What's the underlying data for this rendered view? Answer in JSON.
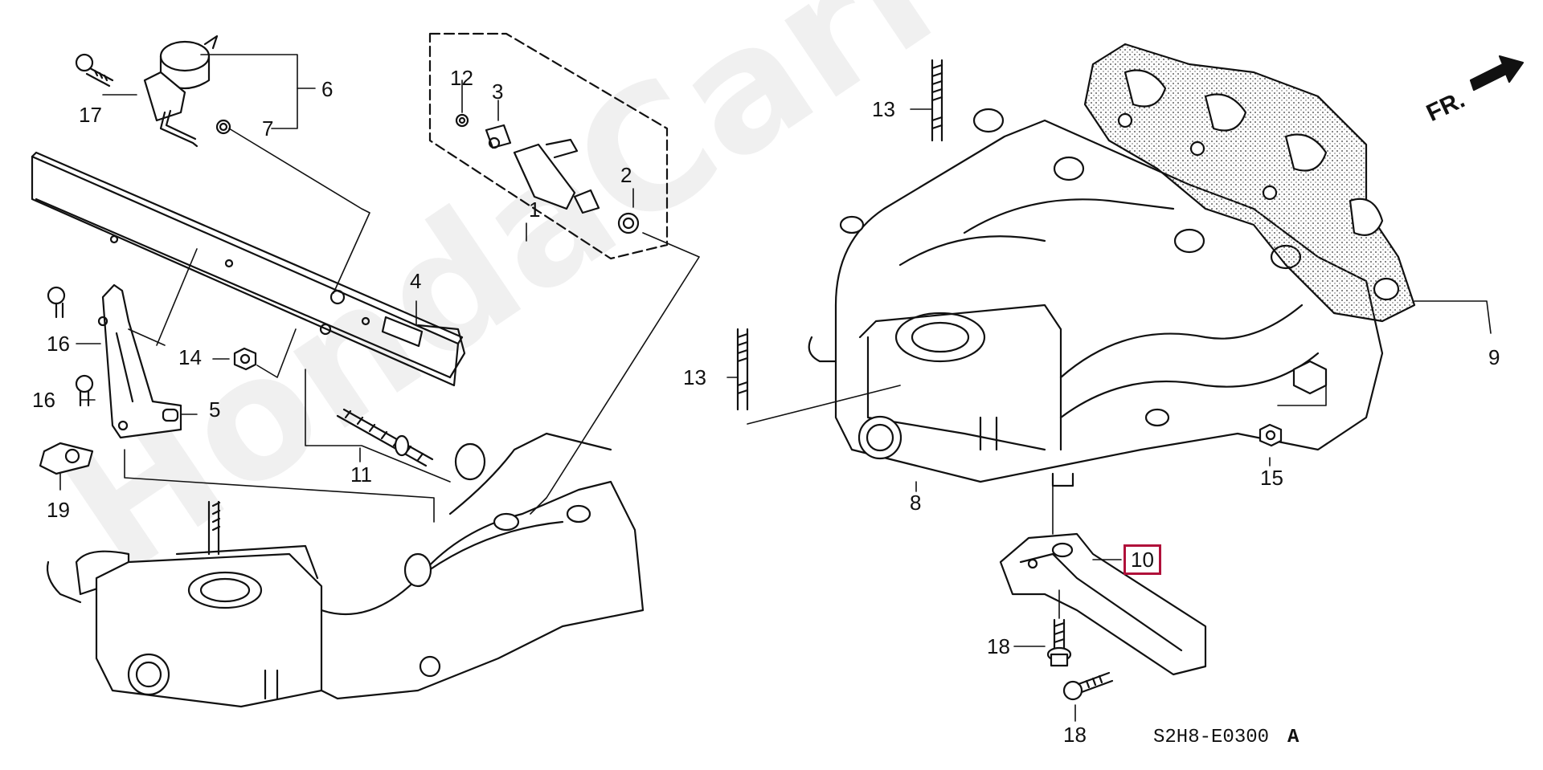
{
  "watermark": "HondaCarMine.ru",
  "direction_label": "FR.",
  "diagram_code": "S2H8-E0300",
  "diagram_revision": "A",
  "callouts": {
    "c1": "1",
    "c2": "2",
    "c3": "3",
    "c4": "4",
    "c5": "5",
    "c6": "6",
    "c7": "7",
    "c8": "8",
    "c9": "9",
    "c10": "10",
    "c11": "11",
    "c12": "12",
    "c13a": "13",
    "c13b": "13",
    "c14": "14",
    "c15": "15",
    "c16a": "16",
    "c16b": "16",
    "c17": "17",
    "c18a": "18",
    "c18b": "18",
    "c19": "19"
  },
  "highlight_color": "#b0103a"
}
